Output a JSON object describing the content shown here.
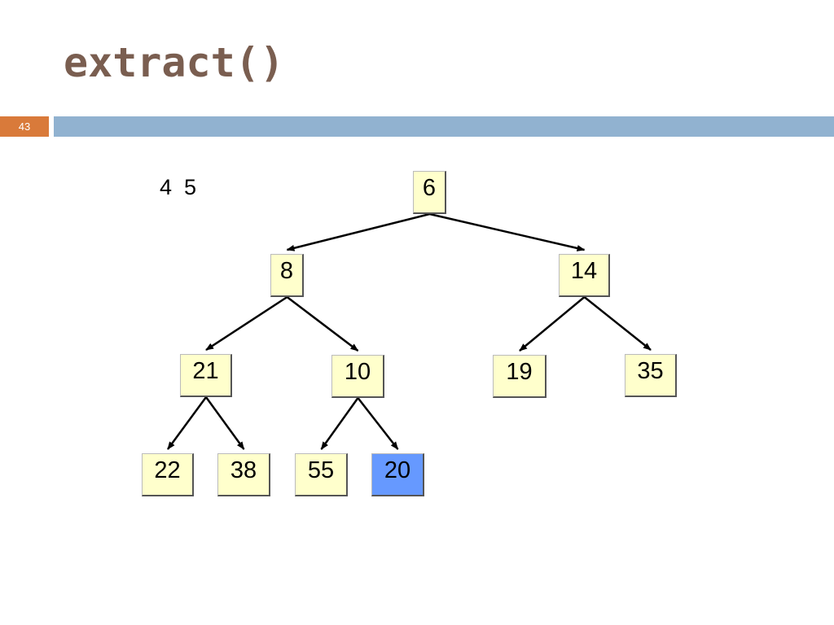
{
  "slide": {
    "title": "extract()",
    "number": "43",
    "note": "4  5"
  },
  "colors": {
    "title": "#7a5e50",
    "number_badge": "#d97a3a",
    "header_bar": "#91b2d0",
    "node_fill": "#ffffcc",
    "node_highlight": "#6699ff"
  },
  "tree": {
    "nodes": [
      {
        "id": "n6",
        "value": "6"
      },
      {
        "id": "n8",
        "value": "8"
      },
      {
        "id": "n14",
        "value": "14"
      },
      {
        "id": "n21",
        "value": "21"
      },
      {
        "id": "n10",
        "value": "10"
      },
      {
        "id": "n19",
        "value": "19"
      },
      {
        "id": "n35",
        "value": "35"
      },
      {
        "id": "n22",
        "value": "22"
      },
      {
        "id": "n38",
        "value": "38"
      },
      {
        "id": "n55",
        "value": "55"
      },
      {
        "id": "n20",
        "value": "20",
        "highlighted": true
      }
    ],
    "edges": [
      [
        "n6",
        "n8"
      ],
      [
        "n6",
        "n14"
      ],
      [
        "n8",
        "n21"
      ],
      [
        "n8",
        "n10"
      ],
      [
        "n14",
        "n19"
      ],
      [
        "n14",
        "n35"
      ],
      [
        "n21",
        "n22"
      ],
      [
        "n21",
        "n38"
      ],
      [
        "n10",
        "n55"
      ],
      [
        "n10",
        "n20"
      ]
    ]
  }
}
